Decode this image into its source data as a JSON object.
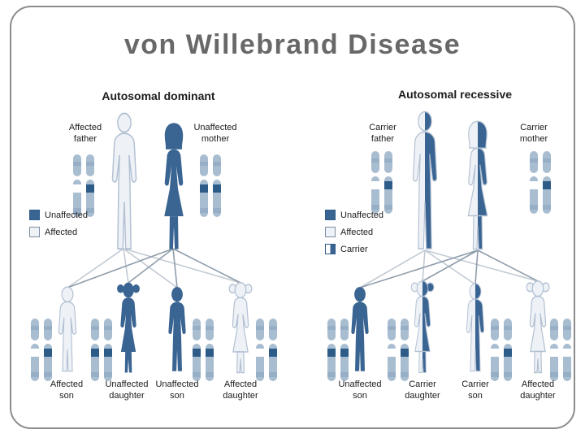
{
  "title": "von Willebrand Disease",
  "colors": {
    "figure_dark": "#3a6492",
    "figure_light": "#eef2f7",
    "figure_outline": "#b2c0d2",
    "chromosome_body": "#a9bdd1",
    "band_dark": "#2e5c88",
    "band_white": "#ffffff",
    "title_gray": "#686868"
  },
  "panels": [
    {
      "heading": "Autosomal dominant",
      "parents": [
        {
          "line1": "Affected",
          "line2": "father",
          "status": "affected"
        },
        {
          "line1": "Unaffected",
          "line2": "mother",
          "status": "unaffected"
        }
      ],
      "legend": [
        {
          "label": "Unaffected",
          "swatch": "unaffected"
        },
        {
          "label": "Affected",
          "swatch": "affected"
        }
      ],
      "children": [
        {
          "line1": "Affected",
          "line2": "son",
          "status": "affected"
        },
        {
          "line1": "Unaffected",
          "line2": "daughter",
          "status": "unaffected"
        },
        {
          "line1": "Unaffected",
          "line2": "son",
          "status": "unaffected"
        },
        {
          "line1": "Affected",
          "line2": "daughter",
          "status": "affected"
        }
      ]
    },
    {
      "heading": "Autosomal recessive",
      "parents": [
        {
          "line1": "Carrier",
          "line2": "father",
          "status": "carrier"
        },
        {
          "line1": "Carrier",
          "line2": "mother",
          "status": "carrier"
        }
      ],
      "legend": [
        {
          "label": "Unaffected",
          "swatch": "unaffected"
        },
        {
          "label": "Affected",
          "swatch": "affected"
        },
        {
          "label": "Carrier",
          "swatch": "carrier"
        }
      ],
      "children": [
        {
          "line1": "Unaffected",
          "line2": "son",
          "status": "unaffected"
        },
        {
          "line1": "Carrier",
          "line2": "daughter",
          "status": "carrier"
        },
        {
          "line1": "Carrier",
          "line2": "son",
          "status": "carrier"
        },
        {
          "line1": "Affected",
          "line2": "daughter",
          "status": "affected"
        }
      ]
    }
  ],
  "alleles": {
    "dominant": {
      "father": [
        "#ffffff",
        "#2e5c88"
      ],
      "mother": [
        "#2e5c88",
        "#2e5c88"
      ],
      "child1": [
        "#ffffff",
        "#2e5c88"
      ],
      "child2": [
        "#2e5c88",
        "#2e5c88"
      ],
      "child3": [
        "#2e5c88",
        "#2e5c88"
      ],
      "child4": [
        "#ffffff",
        "#2e5c88"
      ]
    },
    "recessive": {
      "father": [
        "#ffffff",
        "#2e5c88"
      ],
      "mother": [
        "#ffffff",
        "#2e5c88"
      ],
      "child1": [
        "#2e5c88",
        "#2e5c88"
      ],
      "child2": [
        "#ffffff",
        "#2e5c88"
      ],
      "child3": [
        "#ffffff",
        "#2e5c88"
      ],
      "child4": [
        "#ffffff",
        "#ffffff"
      ]
    }
  }
}
